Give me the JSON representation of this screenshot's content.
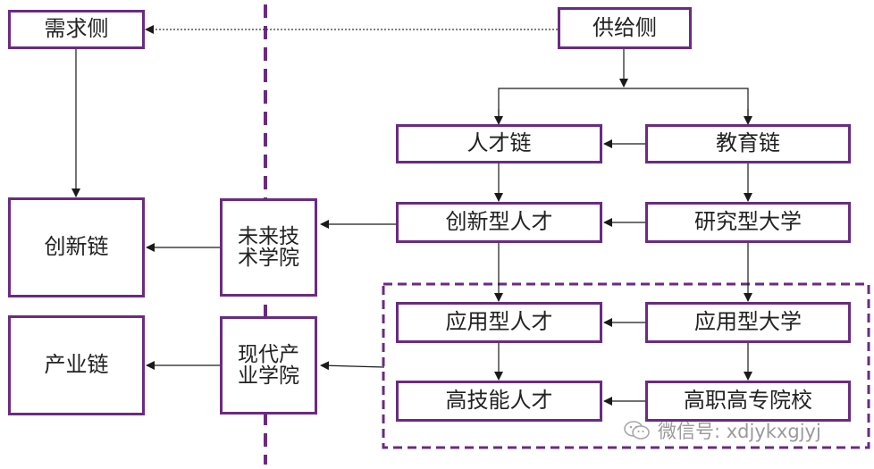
{
  "colors": {
    "border": "#6b2a83",
    "arrow": "#1a1a1a",
    "dashed_divider": "#6b2a83"
  },
  "nodes": {
    "demand": "需求侧",
    "supply": "供给侧",
    "talent_chain": "人才链",
    "education_chain": "教育链",
    "innovative_talent": "创新型人才",
    "research_university": "研究型大学",
    "innovation_chain": "创新链",
    "future_tech_college": "未来技术学院",
    "applied_talent": "应用型人才",
    "applied_university": "应用型大学",
    "industry_chain": "产业链",
    "modern_industry_college": "现代产业学院",
    "high_skill_talent": "高技能人才",
    "vocational_college": "高职高专院校"
  },
  "watermark": {
    "text": "微信号: xdjykxgjyj",
    "icon": "wechat-icon"
  }
}
